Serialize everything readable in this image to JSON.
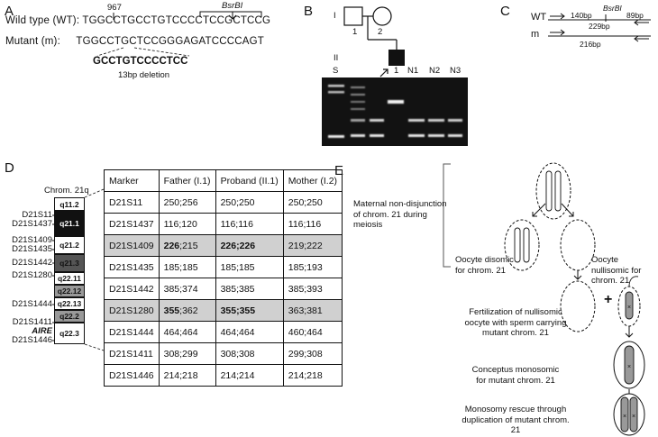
{
  "panelA": {
    "letter": "A",
    "pos_label": "967",
    "enzyme_label": "BsrBI",
    "wt_label": "Wild type (WT):",
    "wt_seq": "TGGCCTGCCTGTCCCCTCCGCTCCG",
    "mut_label": "Mutant (m):",
    "mut_seq": "TGGCCTGCTCCGGGAGATCCCCAGT",
    "deleted_seq": "GCCTGTCCCCTCC",
    "deletion_note": "13bp deletion"
  },
  "panelB": {
    "letter": "B",
    "gen1": "I",
    "gen2": "II",
    "ind1": "1",
    "ind2": "2",
    "proband": "1",
    "lanes": [
      "S",
      "1",
      "N1",
      "N2",
      "N3"
    ]
  },
  "panelC": {
    "letter": "C",
    "wt_label": "WT",
    "m_label": "m",
    "enzyme": "BsrBI",
    "frag1": "140bp",
    "frag2": "89bp",
    "wt_total": "229bp",
    "m_total": "216bp"
  },
  "panelD": {
    "letter": "D",
    "chrom_label": "Chrom. 21q",
    "bands": [
      "q11.2",
      "q21.1",
      "q21.2",
      "q21.3",
      "q22.11",
      "q22.12",
      "q22.13",
      "q22.2",
      "q22.3"
    ],
    "left_markers": [
      "D21S11",
      "D21S1437",
      "D21S1409",
      "D21S1435",
      "D21S1442",
      "D21S1280",
      "D21S1444",
      "D21S1411",
      "AIRE",
      "D21S1446"
    ],
    "table_headers": [
      "Marker",
      "Father (I.1)",
      "Proband (II.1)",
      "Mother (I.2)"
    ],
    "rows": [
      [
        "D21S11",
        "250;256",
        "250;250",
        "250;250"
      ],
      [
        "D21S1437",
        "116;120",
        "116;116",
        "116;116"
      ],
      [
        "D21S1409",
        "226;215",
        "226;226",
        "219;222"
      ],
      [
        "D21S1435",
        "185;185",
        "185;185",
        "185;193"
      ],
      [
        "D21S1442",
        "385;374",
        "385;385",
        "385;393"
      ],
      [
        "D21S1280",
        "355;362",
        "355;355",
        "363;381"
      ],
      [
        "D21S1444",
        "464;464",
        "464;464",
        "460;464"
      ],
      [
        "D21S1411",
        "308;299",
        "308;308",
        "299;308"
      ],
      [
        "D21S1446",
        "214;218",
        "214;214",
        "214;218"
      ]
    ],
    "bold_parts": {
      "r2_father": "226",
      "r2_father_rest": ";215",
      "r2_proband": "226;226",
      "r5_father": "355",
      "r5_father_rest": ";362",
      "r5_proband": "355;355"
    }
  },
  "panelE": {
    "letter": "E",
    "t1": "Maternal non-disjunction of chrom. 21 during meiosis",
    "t2": "Oocyte disomic for chrom. 21",
    "t3": "Oocyte nullisomic for chrom. 21",
    "t4": "Fertilization of nullisomic oocyte with sperm carrying mutant chrom. 21",
    "t5": "Conceptus monosomic for mutant chrom. 21",
    "t6": "Monosomy rescue through duplication of mutant chrom. 21",
    "plus": "+"
  }
}
